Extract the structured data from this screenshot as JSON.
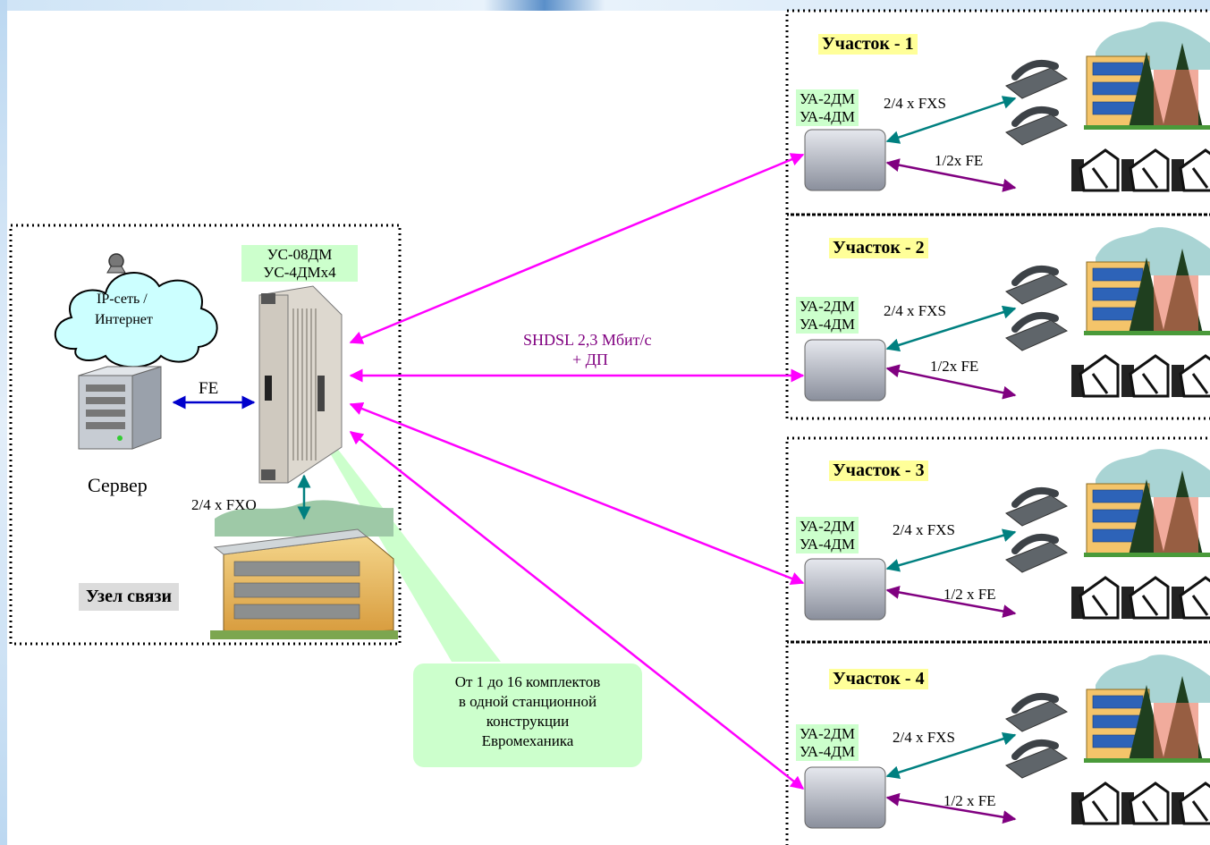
{
  "node": {
    "label": "Узел связи",
    "cloud_label_1": "IP-сеть /",
    "cloud_label_2": "Интернет",
    "server_label": "Сервер",
    "fe_label": "FE",
    "fxo_label": "2/4 x FXO",
    "station_model_1": "УС-08ДМ",
    "station_model_2": "УС-4ДМх4"
  },
  "link": {
    "line1": "SHDSL 2,3 Мбит/с",
    "line2": "+ ДП"
  },
  "callout": {
    "line1": "От 1 до 16 комплектов",
    "line2": "в одной станционной",
    "line3": "конструкции",
    "line4": "Евромеханика"
  },
  "sites": [
    {
      "title": "Участок - 1",
      "model_1": "УА-2ДМ",
      "model_2": "УА-4ДМ",
      "fxs": "2/4 x FXS",
      "fe": "1/2x FE"
    },
    {
      "title": "Участок - 2",
      "model_1": "УА-2ДМ",
      "model_2": "УА-4ДМ",
      "fxs": "2/4 x FXS",
      "fe": "1/2x FE"
    },
    {
      "title": "Участок - 3",
      "model_1": "УА-2ДМ",
      "model_2": "УА-4ДМ",
      "fxs": "2/4 x FXS",
      "fe": "1/2 x FE"
    },
    {
      "title": "Участок - 4",
      "model_1": "УА-2ДМ",
      "model_2": "УА-4ДМ",
      "fxs": "2/4 x FXS",
      "fe": "1/2 x FE"
    }
  ],
  "colors": {
    "shdsl_line": "#ff00ff",
    "fe_local": "#0000cc",
    "fxs_line": "#008080",
    "fe_site": "#800080",
    "link_text": "#800080",
    "callout_fill": "#ccffcc"
  }
}
